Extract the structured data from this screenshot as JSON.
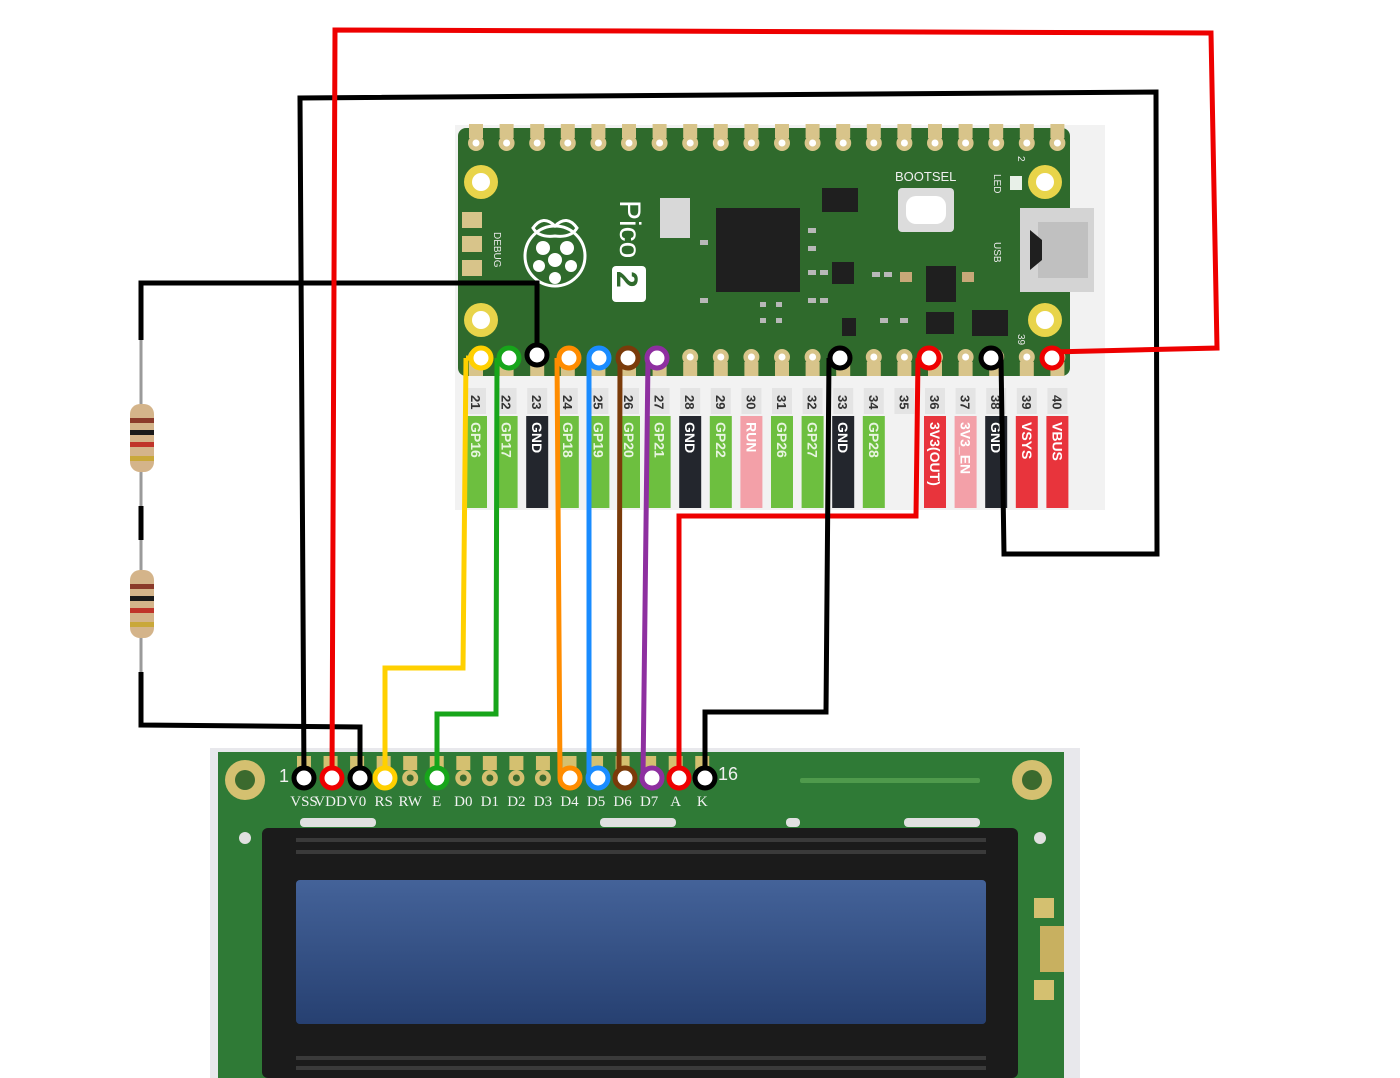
{
  "pico": {
    "board_name": "Pico",
    "board_version": "2",
    "bootsel_label": "BOOTSEL",
    "debug_label": "DEBUG",
    "led_label": "LED",
    "usb_label": "USB",
    "corner_pin_2": "2",
    "corner_pin_39": "39",
    "pin_labels": [
      {
        "num": "21",
        "name": "GP16",
        "color": "#6dbf3f"
      },
      {
        "num": "22",
        "name": "GP17",
        "color": "#6dbf3f"
      },
      {
        "num": "23",
        "name": "GND",
        "color": "#23262d"
      },
      {
        "num": "24",
        "name": "GP18",
        "color": "#6dbf3f"
      },
      {
        "num": "25",
        "name": "GP19",
        "color": "#6dbf3f"
      },
      {
        "num": "26",
        "name": "GP20",
        "color": "#6dbf3f"
      },
      {
        "num": "27",
        "name": "GP21",
        "color": "#6dbf3f"
      },
      {
        "num": "28",
        "name": "GND",
        "color": "#23262d"
      },
      {
        "num": "29",
        "name": "GP22",
        "color": "#6dbf3f"
      },
      {
        "num": "30",
        "name": "RUN",
        "color": "#f3a0a8"
      },
      {
        "num": "31",
        "name": "GP26",
        "color": "#6dbf3f"
      },
      {
        "num": "32",
        "name": "GP27",
        "color": "#6dbf3f"
      },
      {
        "num": "33",
        "name": "GND",
        "color": "#23262d"
      },
      {
        "num": "34",
        "name": "GP28",
        "color": "#6dbf3f"
      },
      {
        "num": "35",
        "name": "",
        "color": "#ffffff"
      },
      {
        "num": "36",
        "name": "3V3(OUT)",
        "color": "#e8343c"
      },
      {
        "num": "37",
        "name": "3V3_EN",
        "color": "#f3a0a8"
      },
      {
        "num": "38",
        "name": "GND",
        "color": "#23262d"
      },
      {
        "num": "39",
        "name": "VSYS",
        "color": "#e8343c"
      },
      {
        "num": "40",
        "name": "VBUS",
        "color": "#e8343c"
      }
    ]
  },
  "lcd": {
    "pin_first": "1",
    "pin_last": "16",
    "pins": [
      "VSS",
      "VDD",
      "V0",
      "RS",
      "RW",
      "E",
      "D0",
      "D1",
      "D2",
      "D3",
      "D4",
      "D5",
      "D6",
      "D7",
      "A",
      "K"
    ]
  },
  "wires": [
    {
      "name": "red-power",
      "color": "#ee0000"
    },
    {
      "name": "black-ground",
      "color": "#000000"
    },
    {
      "name": "yellow-rs",
      "color": "#ffd000"
    },
    {
      "name": "green-e",
      "color": "#17a51a"
    },
    {
      "name": "orange-d4",
      "color": "#ff8c00"
    },
    {
      "name": "blue-d5",
      "color": "#1a8cff"
    },
    {
      "name": "brown-d6",
      "color": "#7a3b0a"
    },
    {
      "name": "purple-d7",
      "color": "#8e2fa0"
    }
  ]
}
